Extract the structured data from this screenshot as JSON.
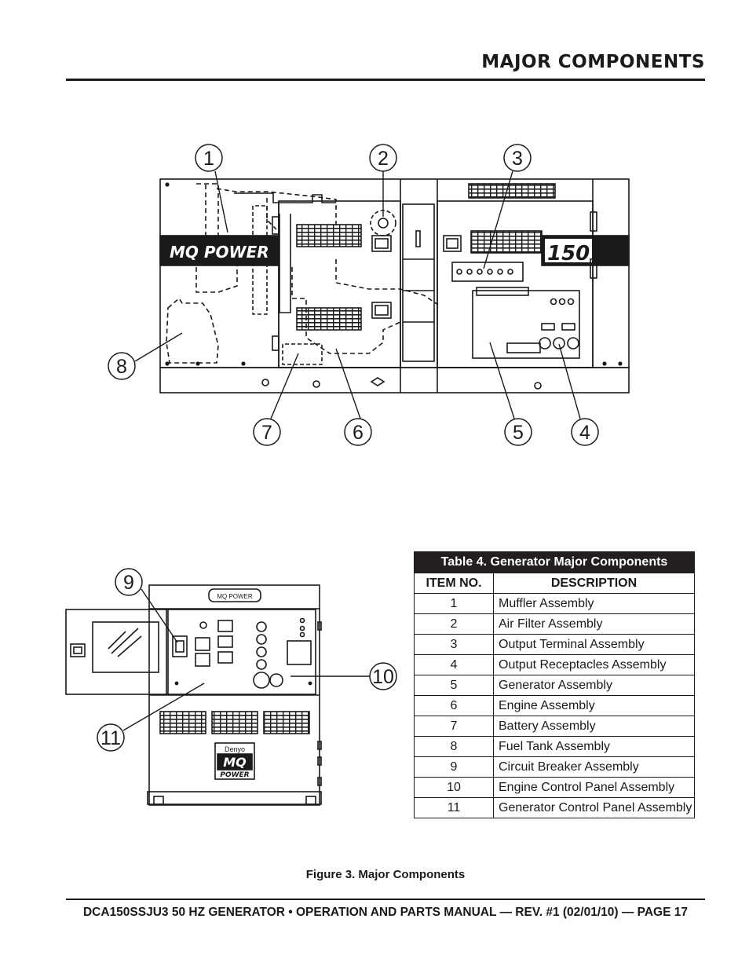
{
  "page": {
    "section_title": "MAJOR COMPONENTS",
    "figure_caption": "Figure 3. Major Components",
    "footer": "DCA150SSJU3 50 HZ GENERATOR • OPERATION AND PARTS MANUAL — REV. #1 (02/01/10) — PAGE 17"
  },
  "figure": {
    "brand_text": "MQ POWER",
    "model_badge": "150",
    "panel_brand": "MQ POWER",
    "logo_top": "Denyo",
    "logo_mid": "MQ",
    "logo_bottom": "POWER",
    "callouts": [
      "1",
      "2",
      "3",
      "4",
      "5",
      "6",
      "7",
      "8",
      "9",
      "10",
      "11"
    ]
  },
  "table": {
    "title": "Table 4. Generator Major Components",
    "col_item": "ITEM NO.",
    "col_desc": "DESCRIPTION",
    "rows": [
      {
        "item": "1",
        "desc": "Muffler Assembly"
      },
      {
        "item": "2",
        "desc": "Air Filter Assembly"
      },
      {
        "item": "3",
        "desc": "Output Terminal Assembly"
      },
      {
        "item": "4",
        "desc": "Output Receptacles Assembly"
      },
      {
        "item": "5",
        "desc": "Generator Assembly"
      },
      {
        "item": "6",
        "desc": "Engine Assembly"
      },
      {
        "item": "7",
        "desc": "Battery Assembly"
      },
      {
        "item": "8",
        "desc": "Fuel Tank Assembly"
      },
      {
        "item": "9",
        "desc": "Circuit Breaker Assembly"
      },
      {
        "item": "10",
        "desc": "Engine Control Panel Assembly"
      },
      {
        "item": "11",
        "desc": "Generator Control Panel Assembly"
      }
    ]
  }
}
